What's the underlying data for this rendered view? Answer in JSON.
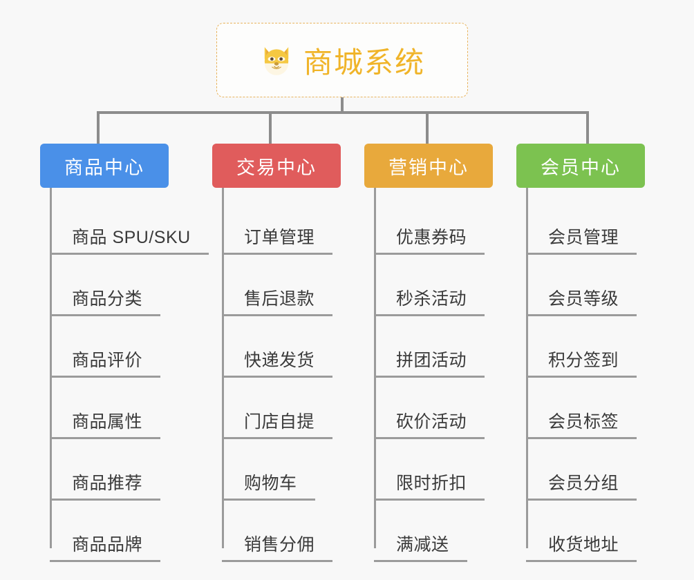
{
  "background_color": "#f8f8f8",
  "root": {
    "title": "商城系统",
    "icon": "shiba-dog-face-emoji",
    "border_color": "#e8b35c",
    "text_color": "#f0b429"
  },
  "connector_color": "#8c8c8c",
  "leaf_line_color": "#9b9b9b",
  "leaf_text_color": "#3a3a3a",
  "columns": [
    {
      "title": "商品中心",
      "color": "#4a90e8",
      "leaves": [
        {
          "label": "商品 SPU/SKU"
        },
        {
          "label": "商品分类"
        },
        {
          "label": "商品评价"
        },
        {
          "label": "商品属性"
        },
        {
          "label": "商品推荐"
        },
        {
          "label": "商品品牌"
        }
      ]
    },
    {
      "title": "交易中心",
      "color": "#e05c5c",
      "leaves": [
        {
          "label": "订单管理"
        },
        {
          "label": "售后退款"
        },
        {
          "label": "快递发货"
        },
        {
          "label": "门店自提"
        },
        {
          "label": "购物车"
        },
        {
          "label": "销售分佣"
        }
      ]
    },
    {
      "title": "营销中心",
      "color": "#e8a93c",
      "leaves": [
        {
          "label": "优惠券码"
        },
        {
          "label": "秒杀活动"
        },
        {
          "label": "拼团活动"
        },
        {
          "label": "砍价活动"
        },
        {
          "label": "限时折扣"
        },
        {
          "label": "满减送"
        }
      ]
    },
    {
      "title": "会员中心",
      "color": "#7cc250",
      "leaves": [
        {
          "label": "会员管理"
        },
        {
          "label": "会员等级"
        },
        {
          "label": "积分签到"
        },
        {
          "label": "会员标签"
        },
        {
          "label": "会员分组"
        },
        {
          "label": "收货地址"
        }
      ]
    }
  ]
}
